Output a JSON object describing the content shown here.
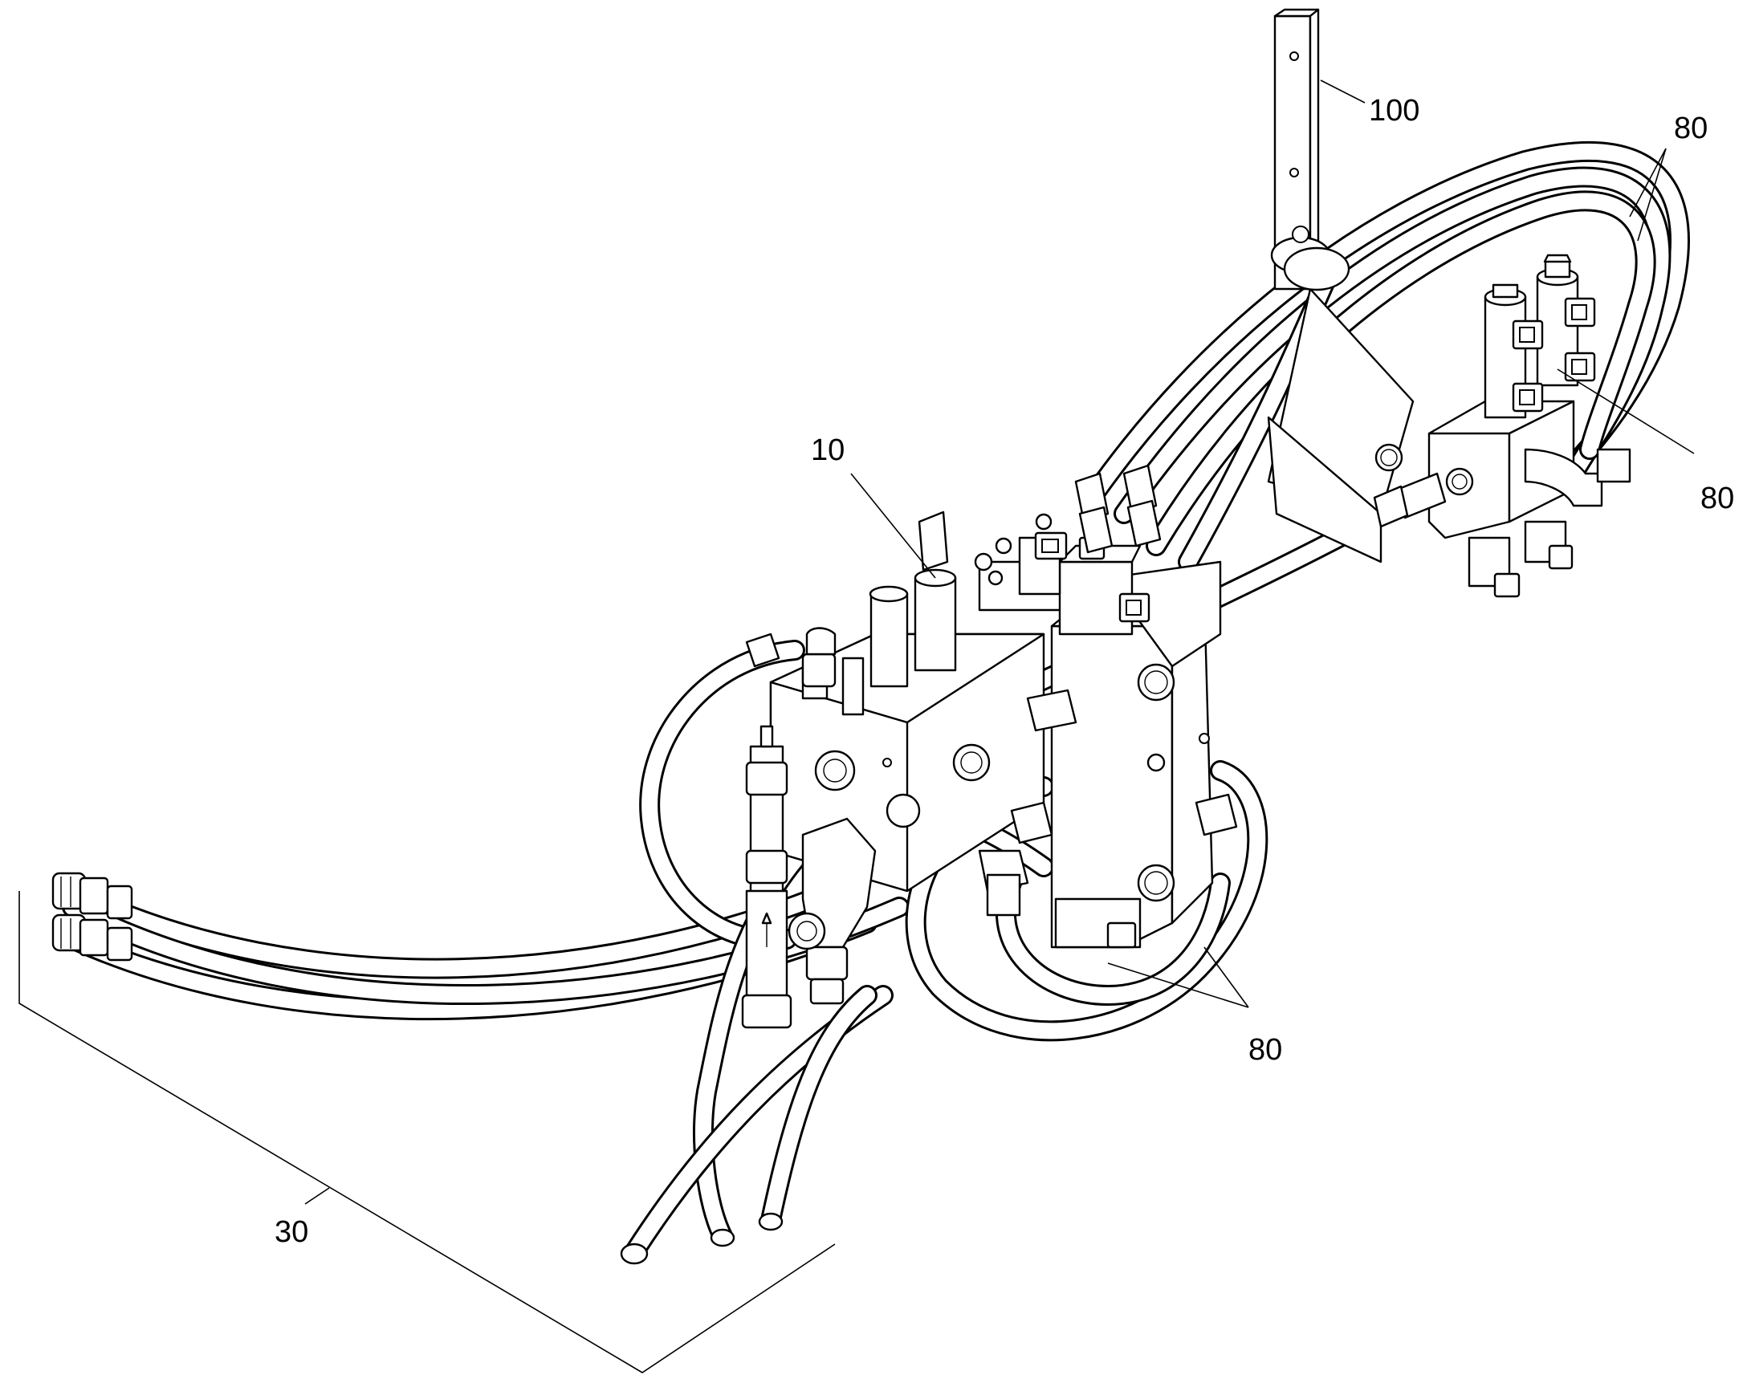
{
  "callouts": {
    "assembly_10": "10",
    "hoses_30": "30",
    "hoses_80_top": "80",
    "hoses_80_right": "80",
    "hoses_80_bottom": "80",
    "bracket_100": "100"
  },
  "colors": {
    "line": "#000000",
    "background": "#ffffff"
  }
}
